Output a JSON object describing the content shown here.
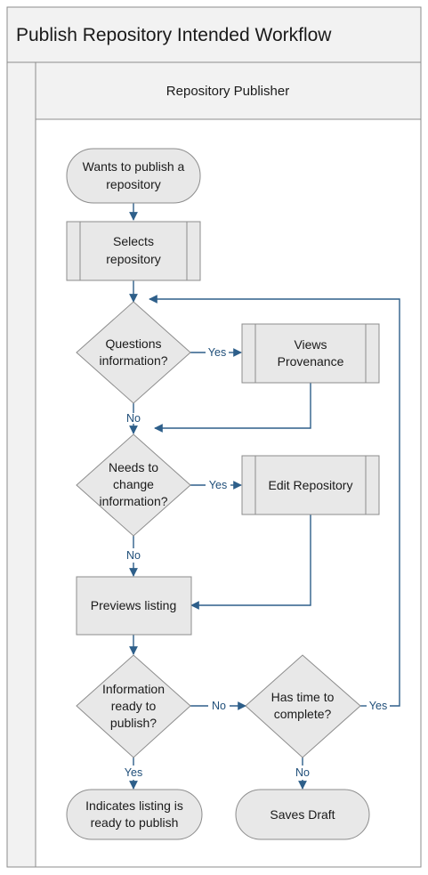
{
  "diagram": {
    "title": "Publish Repository Intended Workflow",
    "lane_title": "Repository Publisher",
    "nodes": {
      "start": [
        "Wants to publish a",
        "repository"
      ],
      "selects": [
        "Selects",
        "repository"
      ],
      "q1": [
        "Questions",
        "information?"
      ],
      "views": [
        "Views",
        "Provenance"
      ],
      "q2": [
        "Needs to",
        "change",
        "information?"
      ],
      "edit": [
        "Edit Repository"
      ],
      "preview": [
        "Previews listing"
      ],
      "q3": [
        "Information",
        "ready to",
        "publish?"
      ],
      "q4": [
        "Has time to",
        "complete?"
      ],
      "end_ready": [
        "Indicates listing is",
        "ready to publish"
      ],
      "end_draft": [
        "Saves Draft"
      ]
    },
    "edge_labels": {
      "q1_yes": "Yes",
      "q1_no": "No",
      "q2_yes": "Yes",
      "q2_no": "No",
      "q3_no": "No",
      "q3_yes": "Yes",
      "q4_yes": "Yes",
      "q4_no": "No"
    }
  }
}
